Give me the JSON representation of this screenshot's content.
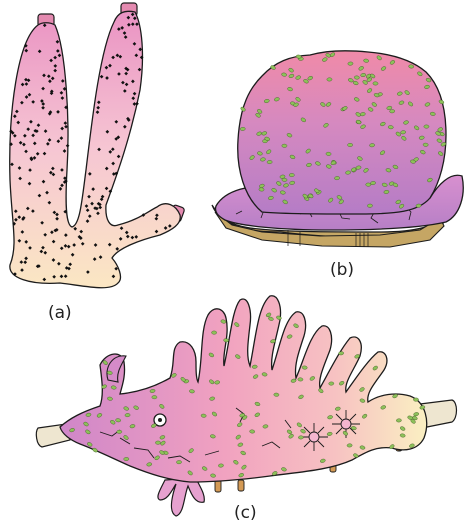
{
  "labels": {
    "a": "(a)",
    "b": "(b)",
    "c": "(c)"
  },
  "colors": {
    "pink_deep": "#e98fc0",
    "pink_light": "#f4b6cf",
    "peach": "#fbe0c2",
    "cream": "#fbf3c8",
    "magenta": "#d07fc4",
    "lavender": "#b887c9",
    "rock_tan": "#c6a866",
    "spot_green": "#8dc05a",
    "dot_black": "#111111",
    "outline": "#1c1c1c",
    "cap_pink": "#e48ab0",
    "stalk_grey": "#eee6d0"
  }
}
